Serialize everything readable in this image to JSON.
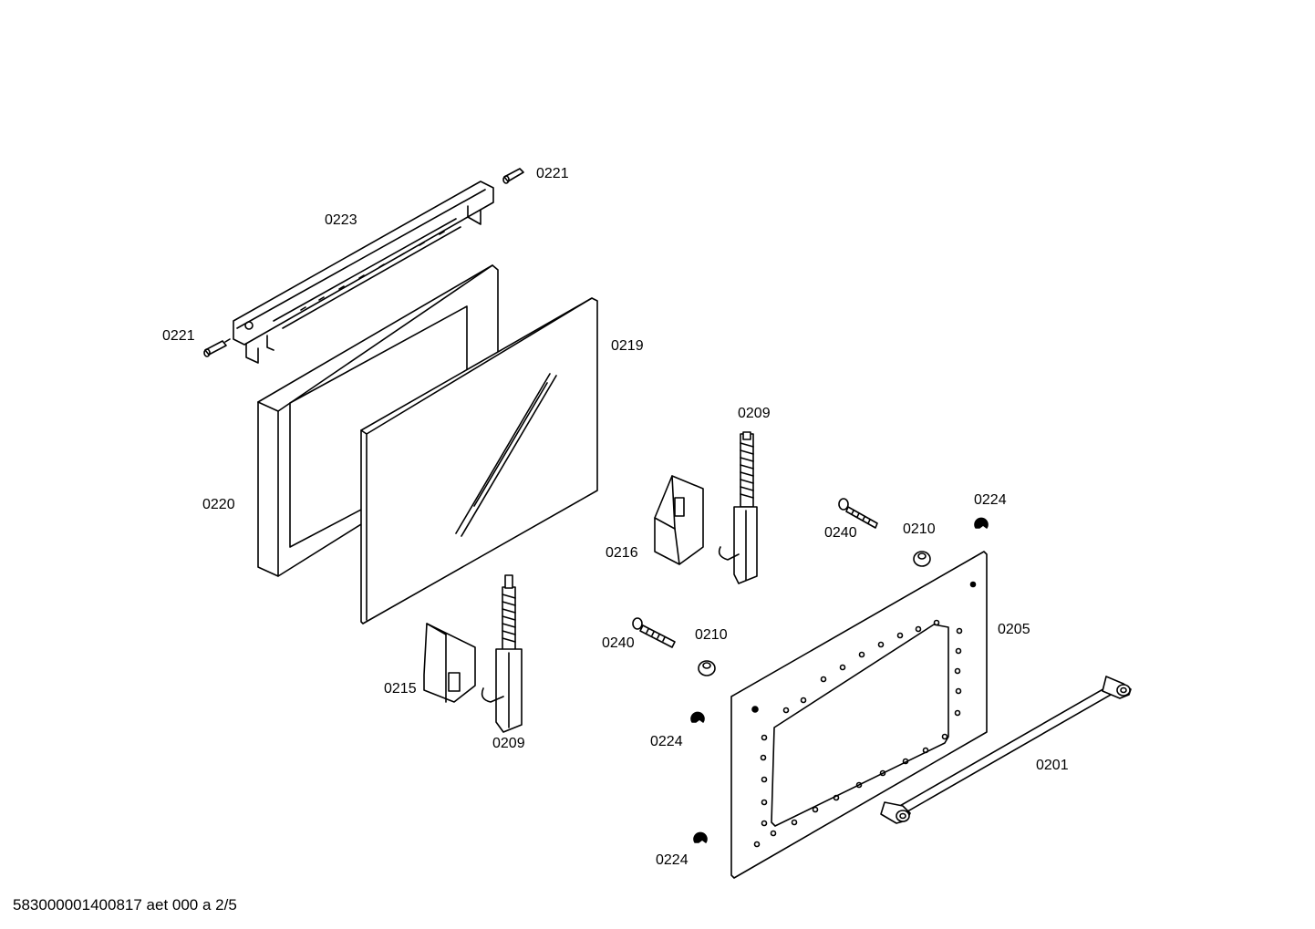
{
  "parts": {
    "p0221a": "0221",
    "p0223": "0223",
    "p0221b": "0221",
    "p0219": "0219",
    "p0220": "0220",
    "p0209a": "0209",
    "p0224a": "0224",
    "p0240a": "0240",
    "p0210a": "0210",
    "p0216": "0216",
    "p0205": "0205",
    "p0240b": "0240",
    "p0210b": "0210",
    "p0215": "0215",
    "p0209b": "0209",
    "p0224b": "0224",
    "p0201": "0201",
    "p0224c": "0224"
  },
  "footer": "583000001400817 aet 000 a 2/5"
}
